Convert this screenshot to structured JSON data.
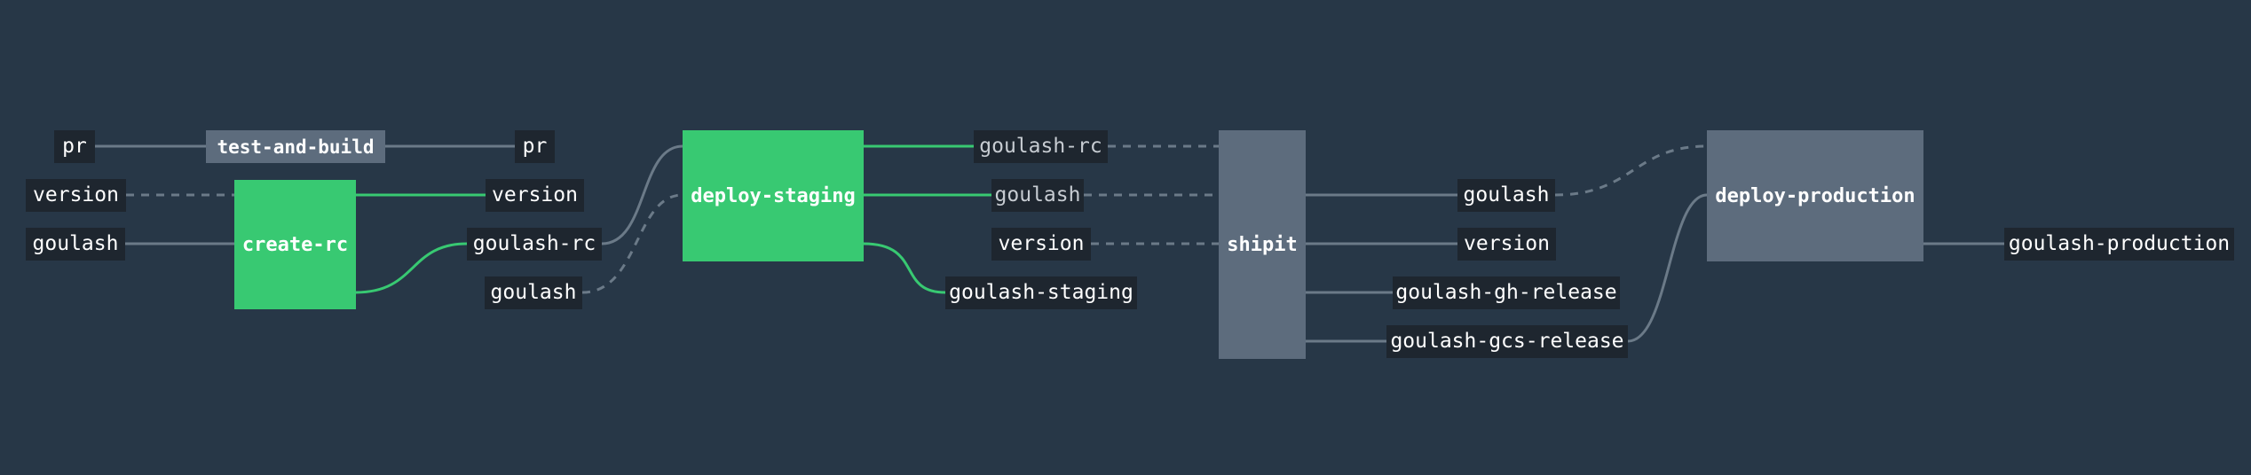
{
  "pipeline": {
    "jobs": {
      "test_and_build": "test-and-build",
      "create_rc": "create-rc",
      "deploy_staging": "deploy-staging",
      "shipit": "shipit",
      "deploy_production": "deploy-production"
    },
    "resources": {
      "pr_in": "pr",
      "pr_out": "pr",
      "version_in": "version",
      "goulash_in": "goulash",
      "version_out": "version",
      "goulash_rc_out": "goulash-rc",
      "goulash_staging_in": "goulash",
      "goulash_rc_shipit": "goulash-rc",
      "goulash_shipit": "goulash",
      "version_shipit": "version",
      "goulash_staging_out": "goulash-staging",
      "goulash_prod_in": "goulash",
      "version_final": "version",
      "goulash_gh_release": "goulash-gh-release",
      "goulash_gcs_release": "goulash-gcs-release",
      "goulash_production": "goulash-production"
    },
    "colors": {
      "background": "#273747",
      "succeeded": "#38c972",
      "pending": "#5d6c7d",
      "resource_bg": "#1e262f",
      "edge": "#6b7a88"
    }
  }
}
